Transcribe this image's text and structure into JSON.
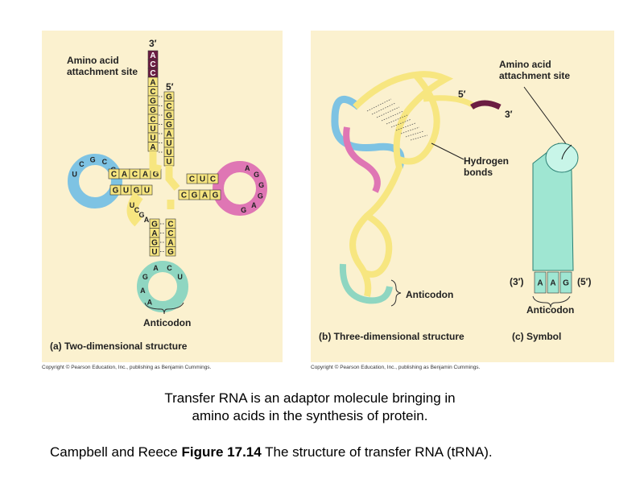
{
  "panel_a": {
    "label_3prime": "3′",
    "label_5prime": "5′",
    "amino_acid_site": [
      "Amino acid",
      "attachment site"
    ],
    "anticodon_label": "Anticodon",
    "caption": "(a) Two-dimensional structure",
    "copyright": "Copyright © Pearson Education, Inc., publishing as Benjamin Cummings.",
    "acceptor_end": [
      "A",
      "C",
      "C"
    ],
    "acceptor_3_strand": [
      "A",
      "C",
      "G",
      "G",
      "C",
      "U",
      "U",
      "A"
    ],
    "acceptor_5_strand": [
      "G",
      "C",
      "G",
      "G",
      "A",
      "U",
      "U",
      "U"
    ],
    "d_arm_top": [
      "C",
      "A",
      "C",
      "A",
      "G"
    ],
    "d_arm_bottom": [
      "G",
      "U",
      "G",
      "U"
    ],
    "d_loop": [
      "U",
      "C",
      "G",
      "C",
      "G"
    ],
    "t_arm_top": [
      "C",
      "U",
      "C"
    ],
    "t_arm_bottom": [
      "C",
      "G",
      "A",
      "G"
    ],
    "t_loop": [
      "A",
      "G",
      "G",
      "G",
      "A",
      "G"
    ],
    "variable": [
      "U",
      "C",
      "G",
      "A"
    ],
    "anticodon_left": [
      "G",
      "A",
      "G",
      "U"
    ],
    "anticodon_right": [
      "C",
      "C",
      "A",
      "G"
    ],
    "anticodon_loop": [
      "A",
      "A",
      "G",
      "A",
      "C",
      "U"
    ]
  },
  "panel_bc": {
    "amino_acid_site": [
      "Amino acid",
      "attachment site"
    ],
    "label_5prime": "5′",
    "label_3prime": "3′",
    "hydrogen_bonds": [
      "Hydrogen",
      "bonds"
    ],
    "anticodon_label": "Anticodon",
    "caption_b": "(b) Three-dimensional structure",
    "caption_c": "(c) Symbol",
    "symbol_3prime": "(3′)",
    "symbol_5prime": "(5′)",
    "symbol_bases": [
      "A",
      "A",
      "G"
    ],
    "symbol_anticodon": "Anticodon",
    "copyright": "Copyright © Pearson Education, Inc., publishing as Benjamin Cummings."
  },
  "captions": {
    "line1": [
      "Transfer RNA is an adaptor molecule bringing in",
      "amino acids in the synthesis of protein."
    ],
    "line2_prefix": "Campbell and Reece ",
    "line2_bold": "Figure 17.14",
    "line2_suffix": " The structure of transfer RNA (tRNA)."
  },
  "colors": {
    "panel_bg": "#fbf1cf",
    "strand_yellow": "#f7e680",
    "acceptor_purple": "#6b1d42",
    "d_loop_blue": "#7ec3e3",
    "t_loop_pink": "#df76b4",
    "anticodon_teal": "#8fd6c1",
    "symbol_teal": "#9fe6d2"
  }
}
